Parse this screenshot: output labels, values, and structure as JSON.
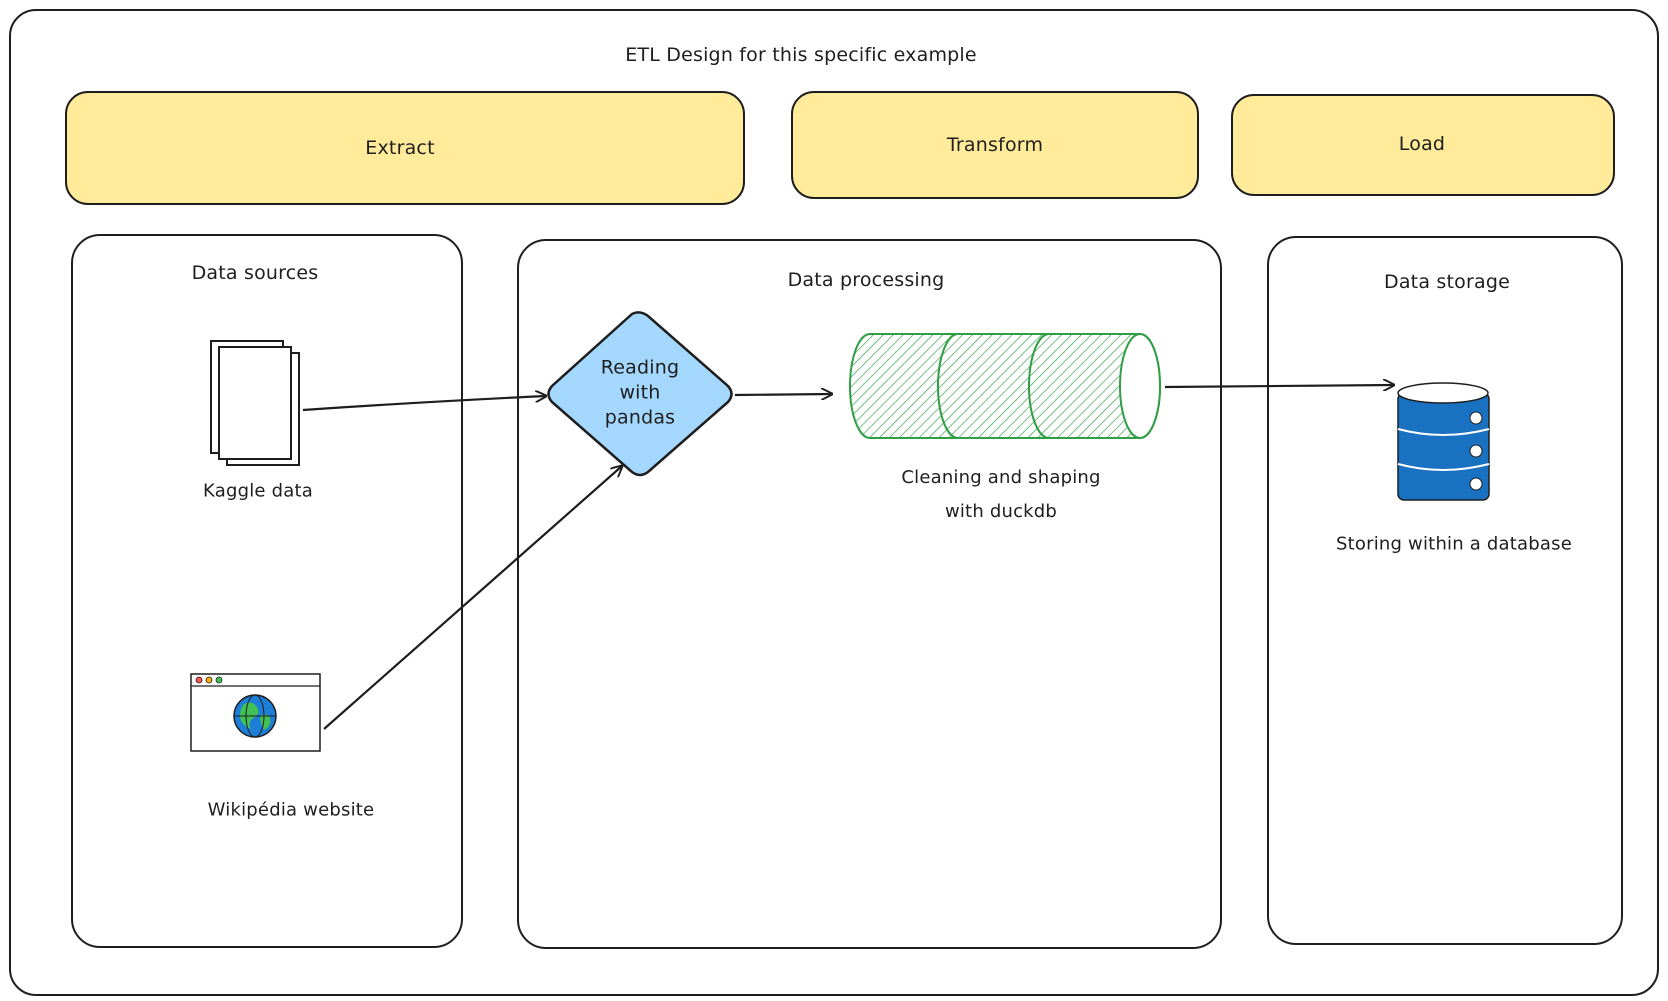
{
  "diagram": {
    "title": "ETL Design for this specific example",
    "phases": {
      "extract": "Extract",
      "transform": "Transform",
      "load": "Load"
    },
    "panels": {
      "sources": "Data sources",
      "processing": "Data processing",
      "storage": "Data storage"
    },
    "nodes": {
      "kaggle": "Kaggle data",
      "wikipedia": "Wikipédia website",
      "pandas_line1": "Reading",
      "pandas_line2": "with",
      "pandas_line3": "pandas",
      "duckdb_line1": "Cleaning and shaping",
      "duckdb_line2": "with duckdb",
      "database": "Storing within a database"
    }
  },
  "colors": {
    "stroke": "#1e1e1e",
    "phase_fill": "#ffeb99",
    "diamond_fill": "#a5d8ff",
    "cylinder_stroke": "#2f9e44",
    "database_fill": "#1971c2",
    "globe_fill": "#1c7ed6",
    "globe_land": "#40c057"
  }
}
